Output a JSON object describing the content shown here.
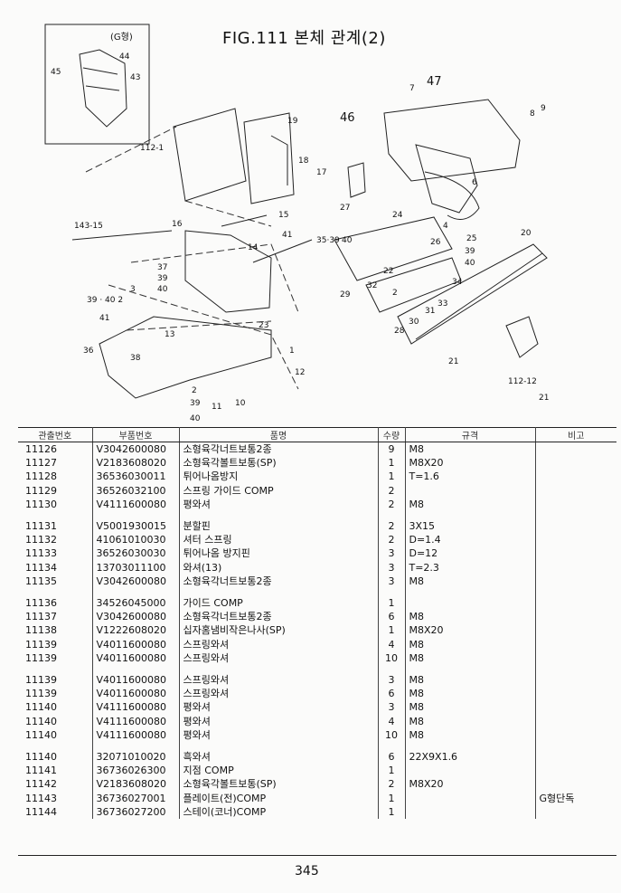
{
  "title": "FIG.111 본체 관계(2)",
  "inset": {
    "label": "(G형)"
  },
  "callouts": [
    "44",
    "43",
    "45",
    "112-1",
    "19",
    "18",
    "17",
    "46",
    "47",
    "7",
    "8",
    "9",
    "6",
    "16",
    "143-15",
    "15",
    "14",
    "41",
    "35·39",
    "40",
    "27",
    "24",
    "4",
    "25",
    "26",
    "39",
    "40",
    "20",
    "37",
    "39",
    "40",
    "3",
    "39 · 40 2",
    "41",
    "36",
    "38",
    "13",
    "23",
    "22",
    "32",
    "29",
    "2",
    "31",
    "33",
    "34",
    "30",
    "28",
    "1",
    "12",
    "2",
    "39",
    "40",
    "11",
    "10",
    "21",
    "112-12",
    "21"
  ],
  "table": {
    "headers": [
      "관출번호",
      "부품번호",
      "품명",
      "수량",
      "규격",
      "비고"
    ],
    "rows": [
      {
        "no": "11126",
        "part": "V3042600080",
        "name": "소형육각너트보통2종",
        "qty": "9",
        "spec": "M8",
        "note": ""
      },
      {
        "no": "11127",
        "part": "V2183608020",
        "name": "소형육각볼트보통(SP)",
        "qty": "1",
        "spec": "M8X20",
        "note": ""
      },
      {
        "no": "11128",
        "part": "36536030011",
        "name": "튀어나옴방지",
        "qty": "1",
        "spec": "T=1.6",
        "note": ""
      },
      {
        "no": "11129",
        "part": "36526032100",
        "name": "스프링 가이드 COMP",
        "qty": "2",
        "spec": "",
        "note": ""
      },
      {
        "no": "11130",
        "part": "V4111600080",
        "name": "평와셔",
        "qty": "2",
        "spec": "M8",
        "note": ""
      },
      {
        "gap": true
      },
      {
        "no": "11131",
        "part": "V5001930015",
        "name": "분할핀",
        "qty": "2",
        "spec": "3X15",
        "note": ""
      },
      {
        "no": "11132",
        "part": "41061010030",
        "name": "셔터 스프링",
        "qty": "2",
        "spec": "D=1.4",
        "note": ""
      },
      {
        "no": "11133",
        "part": "36526030030",
        "name": "튀어나옴 방지핀",
        "qty": "3",
        "spec": "D=12",
        "note": ""
      },
      {
        "no": "11134",
        "part": "13703011100",
        "name": "와셔(13)",
        "qty": "3",
        "spec": "T=2.3",
        "note": ""
      },
      {
        "no": "11135",
        "part": "V3042600080",
        "name": "소형육각너트보통2종",
        "qty": "3",
        "spec": "M8",
        "note": ""
      },
      {
        "gap": true
      },
      {
        "no": "11136",
        "part": "34526045000",
        "name": "가이드 COMP",
        "qty": "1",
        "spec": "",
        "note": ""
      },
      {
        "no": "11137",
        "part": "V3042600080",
        "name": "소형육각너트보통2종",
        "qty": "6",
        "spec": "M8",
        "note": ""
      },
      {
        "no": "11138",
        "part": "V1222608020",
        "name": "십자홈냄비작은나사(SP)",
        "qty": "1",
        "spec": "M8X20",
        "note": ""
      },
      {
        "no": "11139",
        "part": "V4011600080",
        "name": "스프링와셔",
        "qty": "4",
        "spec": "M8",
        "note": ""
      },
      {
        "no": "11139",
        "part": "V4011600080",
        "name": "스프링와셔",
        "qty": "10",
        "spec": "M8",
        "note": ""
      },
      {
        "gap": true
      },
      {
        "no": "11139",
        "part": "V4011600080",
        "name": "스프링와셔",
        "qty": "3",
        "spec": "M8",
        "note": ""
      },
      {
        "no": "11139",
        "part": "V4011600080",
        "name": "스프링와셔",
        "qty": "6",
        "spec": "M8",
        "note": ""
      },
      {
        "no": "11140",
        "part": "V4111600080",
        "name": "평와셔",
        "qty": "3",
        "spec": "M8",
        "note": ""
      },
      {
        "no": "11140",
        "part": "V4111600080",
        "name": "평와셔",
        "qty": "4",
        "spec": "M8",
        "note": ""
      },
      {
        "no": "11140",
        "part": "V4111600080",
        "name": "평와셔",
        "qty": "10",
        "spec": "M8",
        "note": ""
      },
      {
        "gap": true
      },
      {
        "no": "11140",
        "part": "32071010020",
        "name": "흑와셔",
        "qty": "6",
        "spec": "22X9X1.6",
        "note": ""
      },
      {
        "no": "11141",
        "part": "36736026300",
        "name": "지점 COMP",
        "qty": "1",
        "spec": "",
        "note": ""
      },
      {
        "no": "11142",
        "part": "V2183608020",
        "name": "소형육각볼트보통(SP)",
        "qty": "2",
        "spec": "M8X20",
        "note": ""
      },
      {
        "no": "11143",
        "part": "36736027001",
        "name": "플레이트(전)COMP",
        "qty": "1",
        "spec": "",
        "note": "G형단독"
      },
      {
        "no": "11144",
        "part": "36736027200",
        "name": "스테이(코너)COMP",
        "qty": "1",
        "spec": "",
        "note": ""
      }
    ]
  },
  "page_number": "345"
}
